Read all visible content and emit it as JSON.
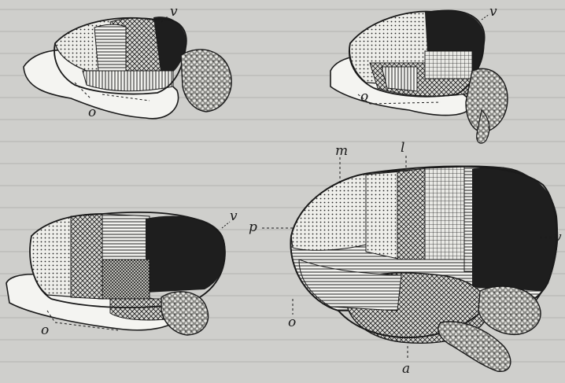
{
  "figure": {
    "panels": [
      {
        "id": "top-left",
        "labels": {
          "v": "v",
          "o": "o"
        }
      },
      {
        "id": "top-right",
        "labels": {
          "v": "v",
          "o": "o"
        }
      },
      {
        "id": "bottom-left",
        "labels": {
          "v": "v",
          "o": "o"
        }
      },
      {
        "id": "bottom-right",
        "labels": {
          "m": "m",
          "l": "l",
          "p": "p",
          "v": "v",
          "o": "o",
          "a": "a"
        }
      }
    ]
  }
}
